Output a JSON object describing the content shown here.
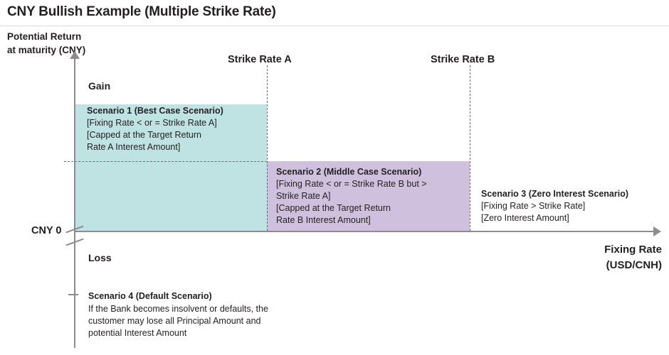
{
  "title": "CNY Bullish Example (Multiple Strike Rate)",
  "axes": {
    "y_label_line1": "Potential Return",
    "y_label_line2": "at maturity (CNY)",
    "x_label_line1": "Fixing Rate",
    "x_label_line2": "(USD/CNH)",
    "origin_label": "CNY 0",
    "gain_label": "Gain",
    "loss_label": "Loss"
  },
  "markers": {
    "strike_a": "Strike Rate A",
    "strike_b": "Strike Rate B"
  },
  "colors": {
    "scenario1_fill": "#bfe2e3",
    "scenario2_fill": "#cfc0dd",
    "axis": "#8c8c8c",
    "text": "#231f20"
  },
  "scenarios": [
    {
      "heading": "Scenario 1 (Best Case Scenario)",
      "lines": [
        "[Fixing Rate < or = Strike Rate A]",
        "[Capped at the Target Return",
        "Rate A Interest Amount]"
      ]
    },
    {
      "heading": "Scenario 2 (Middle Case Scenario)",
      "lines": [
        "[Fixing Rate < or = Strike Rate B but >",
        "Strike Rate A]",
        "[Capped at the Target Return",
        "Rate B Interest Amount]"
      ]
    },
    {
      "heading": "Scenario 3 (Zero Interest Scenario)",
      "lines": [
        "[Fixing Rate > Strike Rate]",
        "[Zero Interest Amount]"
      ]
    },
    {
      "heading": "Scenario 4 (Default Scenario)",
      "lines": [
        "If the Bank becomes insolvent or defaults, the",
        "customer may lose all Principal Amount and",
        "potential Interest Amount"
      ]
    }
  ]
}
